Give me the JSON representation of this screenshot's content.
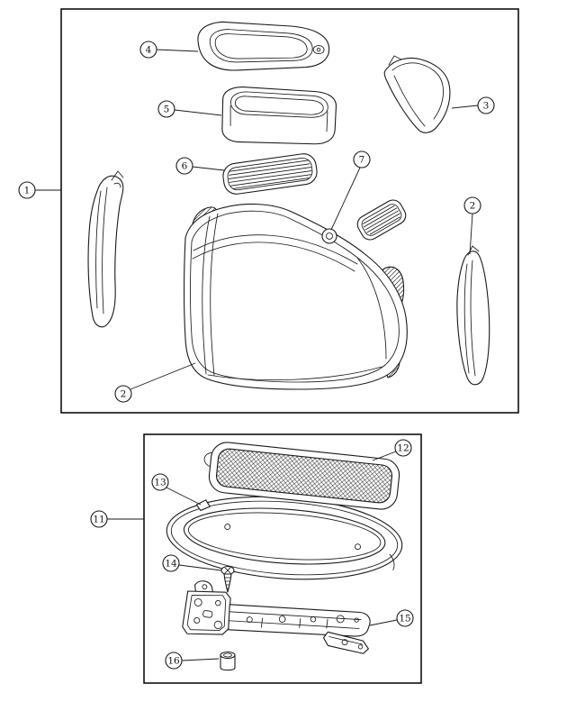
{
  "colors": {
    "line": "#1a1a1a",
    "background": "#ffffff",
    "frame": "#000000"
  },
  "diagram": {
    "panels": {
      "exploded_console": {
        "callouts": [
          {
            "label": "1"
          },
          {
            "label": "2"
          },
          {
            "label": "2"
          },
          {
            "label": "3"
          },
          {
            "label": "4"
          },
          {
            "label": "5"
          },
          {
            "label": "6"
          },
          {
            "label": "7"
          }
        ]
      },
      "tray_assembly": {
        "callouts": [
          {
            "label": "11"
          },
          {
            "label": "12"
          },
          {
            "label": "13"
          },
          {
            "label": "14"
          },
          {
            "label": "15"
          },
          {
            "label": "16"
          }
        ]
      }
    }
  }
}
